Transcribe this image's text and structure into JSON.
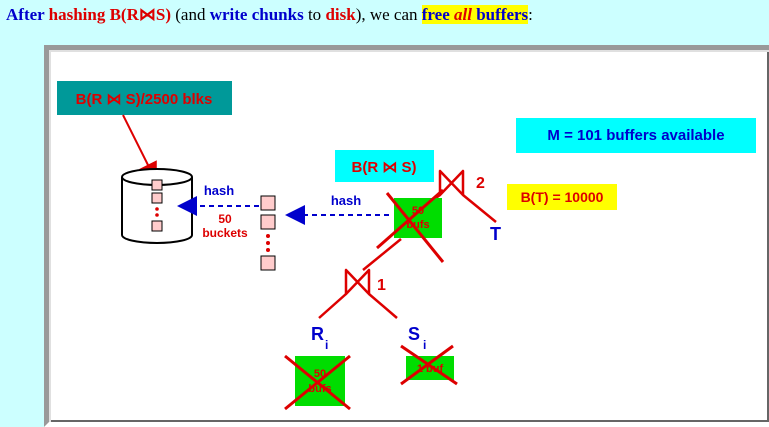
{
  "heading": {
    "part1": "After ",
    "part2": "hashing B(R",
    "part3": "S)",
    "part4": " (and ",
    "part5": "write chunks",
    "part6": " to ",
    "part7": "disk",
    "part8": "), we can ",
    "part9": "free ",
    "part10": "all",
    "part11": " buffers",
    "part12": ":"
  },
  "diagram": {
    "size_label": "B(R ⋈ S)/2500 blks",
    "memory_label": "M = 101 buffers  available",
    "inter_label": "B(R ⋈ S)",
    "bt_label": "B(T) = 10000",
    "join2_num": "2",
    "join1_num": "1",
    "t_label": "T",
    "r_label": "R",
    "r_sub": "i",
    "s_label": "S",
    "s_sub": "i",
    "hash_left": "hash",
    "hash_right": "hash",
    "buckets_count": "50",
    "buckets_word": "buckets",
    "join_buf_num": "50",
    "join_buf_word": "bufs",
    "r_buf_num": "50",
    "r_buf_word": "bufs",
    "s_buf": "1 buf"
  },
  "colors": {
    "background": "#ccffff",
    "teal_box": "#009999",
    "cyan_box": "#00ffff",
    "yellow_box": "#ffff00",
    "green_buffer": "#00dd00",
    "bucket_pink": "#ffcccc",
    "red": "#dd0000",
    "blue": "#0000cc"
  }
}
